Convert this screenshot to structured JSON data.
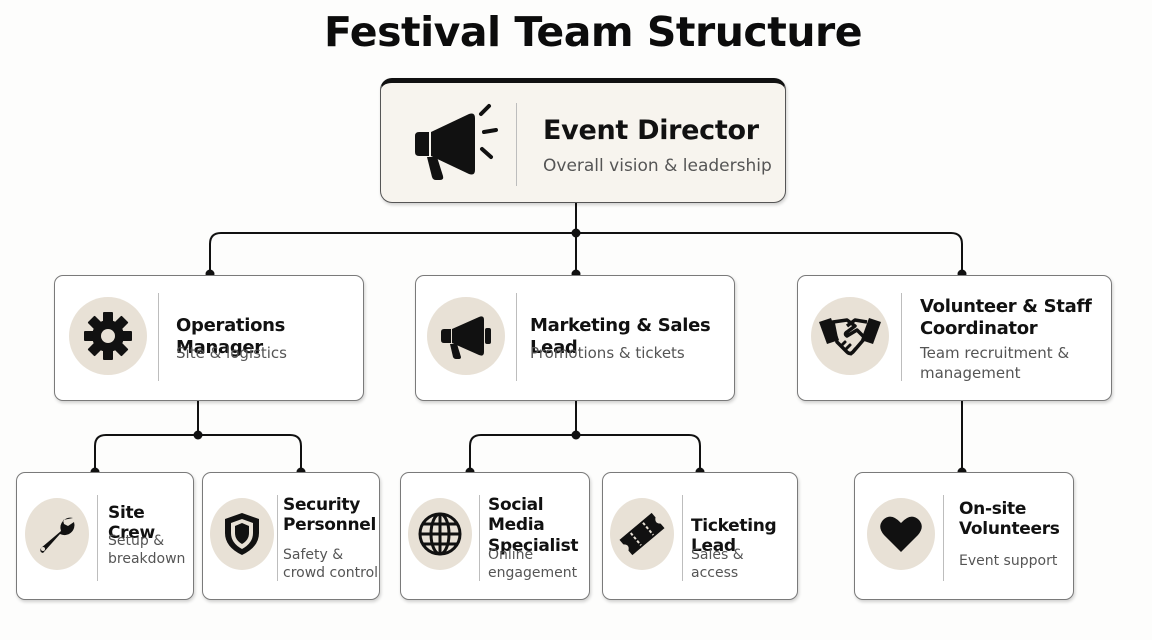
{
  "title": "Festival Team Structure",
  "root": {
    "title": "Event Director",
    "subtitle": "Overall vision & leadership",
    "icon": "megaphone-icon"
  },
  "managers": [
    {
      "title": "Operations Manager",
      "subtitle": "Site & logistics",
      "icon": "gear-icon"
    },
    {
      "title": "Marketing & Sales Lead",
      "subtitle": "Promotions & tickets",
      "icon": "megaphone-icon"
    },
    {
      "title": "Volunteer & Staff Coordinator",
      "subtitle": "Team recruitment & management",
      "icon": "handshake-icon"
    }
  ],
  "teams": [
    {
      "title": "Site Crew",
      "subtitle": "Setup & breakdown",
      "icon": "wrench-icon"
    },
    {
      "title": "Security Personnel",
      "subtitle": "Safety & crowd control",
      "icon": "shield-icon"
    },
    {
      "title": "Social Media Specialist",
      "subtitle": "Online engagement",
      "icon": "globe-icon"
    },
    {
      "title": "Ticketing Lead",
      "subtitle": "Sales & access",
      "icon": "ticket-icon"
    },
    {
      "title": "On-site Volunteers",
      "subtitle": "Event support",
      "icon": "heart-icon"
    }
  ]
}
